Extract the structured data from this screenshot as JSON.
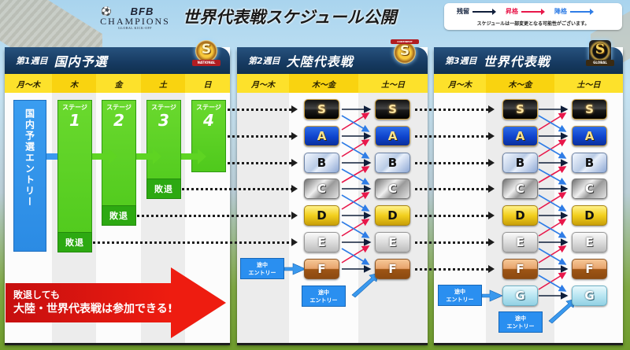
{
  "header": {
    "logo": {
      "line1": "BFB",
      "line2": "CHAMPIONS",
      "line3": "GLOBAL KICK-OFF"
    },
    "title": "世界代表戦スケジュール公開"
  },
  "legend": {
    "items": [
      {
        "label": "残留",
        "color": "#0f1e3a"
      },
      {
        "label": "昇格",
        "color": "#e8174a"
      },
      {
        "label": "降格",
        "color": "#2f7de6"
      }
    ],
    "note": "スケジュールは一部変更となる可能性がございます。"
  },
  "panels": [
    {
      "week": "第1週目",
      "name": "国内予選",
      "badge": {
        "letter": "S",
        "ribbon": "NATIONAL"
      },
      "days": [
        "月〜木",
        "木",
        "金",
        "土",
        "日"
      ],
      "entry_label": "国内予選エントリー",
      "stages": [
        {
          "label": "ステージ",
          "num": "1",
          "lose": "敗退"
        },
        {
          "label": "ステージ",
          "num": "2",
          "lose": "敗退"
        },
        {
          "label": "ステージ",
          "num": "3",
          "lose": "敗退"
        },
        {
          "label": "ステージ",
          "num": "4"
        }
      ],
      "banner": {
        "line1": "敗退しても",
        "line2": "大陸・世界代表戦は参加できる!"
      }
    },
    {
      "week": "第2週目",
      "name": "大陸代表戦",
      "badge": {
        "letter": "S",
        "ribbon": "CONTINENT"
      },
      "days": [
        "月〜木",
        "木〜金",
        "土〜日"
      ],
      "ranks": [
        "S",
        "A",
        "B",
        "C",
        "D",
        "E",
        "F"
      ],
      "mid_entry_label": "途中\nエントリー",
      "mid_entry_lines": [
        "途中",
        "エントリー"
      ]
    },
    {
      "week": "第3週目",
      "name": "世界代表戦",
      "badge": {
        "letter": "S",
        "ribbon": "GLOBAL"
      },
      "days": [
        "月〜木",
        "木〜金",
        "土〜日"
      ],
      "ranks": [
        "S",
        "A",
        "B",
        "C",
        "D",
        "E",
        "F",
        "G"
      ],
      "mid_entry_lines": [
        "途中",
        "エントリー"
      ]
    }
  ],
  "colors": {
    "stay": "#0f1e3a",
    "promote": "#e8174a",
    "demote": "#2f7de6",
    "panel_header": "#163a61",
    "day_row": "#fde12b",
    "stage_green": "#56cc20",
    "entry_blue": "#3a99ee",
    "banner_red": "#e6150f"
  }
}
